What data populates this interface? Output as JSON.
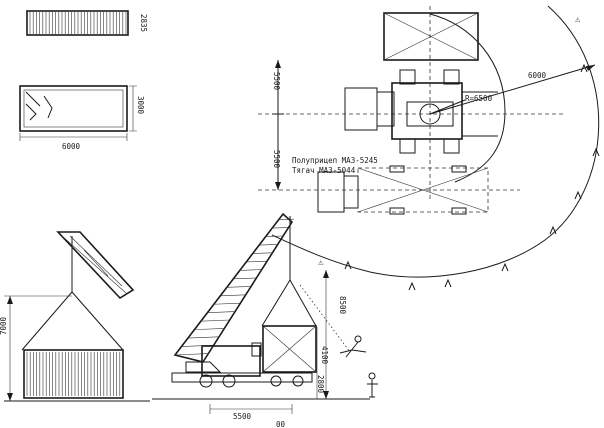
{
  "container_top": {
    "height_label": "2835"
  },
  "container_mid": {
    "width_label": "6000",
    "height_label": "3000"
  },
  "plan": {
    "dim_upper": "5500",
    "dim_lower": "5500",
    "radius_label": "R=6500",
    "reach_label": "6000",
    "vehicle_label_1": "Полуприцеп МАЗ-5245",
    "vehicle_label_2": "Тягач МАЗ-5044"
  },
  "left_view": {
    "height_label": "7000"
  },
  "side_view": {
    "height_label": "8500",
    "dim_4100": "4100",
    "dim_2800": "2800",
    "base_dim": "5500",
    "bottom_mark": "00"
  },
  "markers": {
    "danger_symbol": "⚠"
  }
}
